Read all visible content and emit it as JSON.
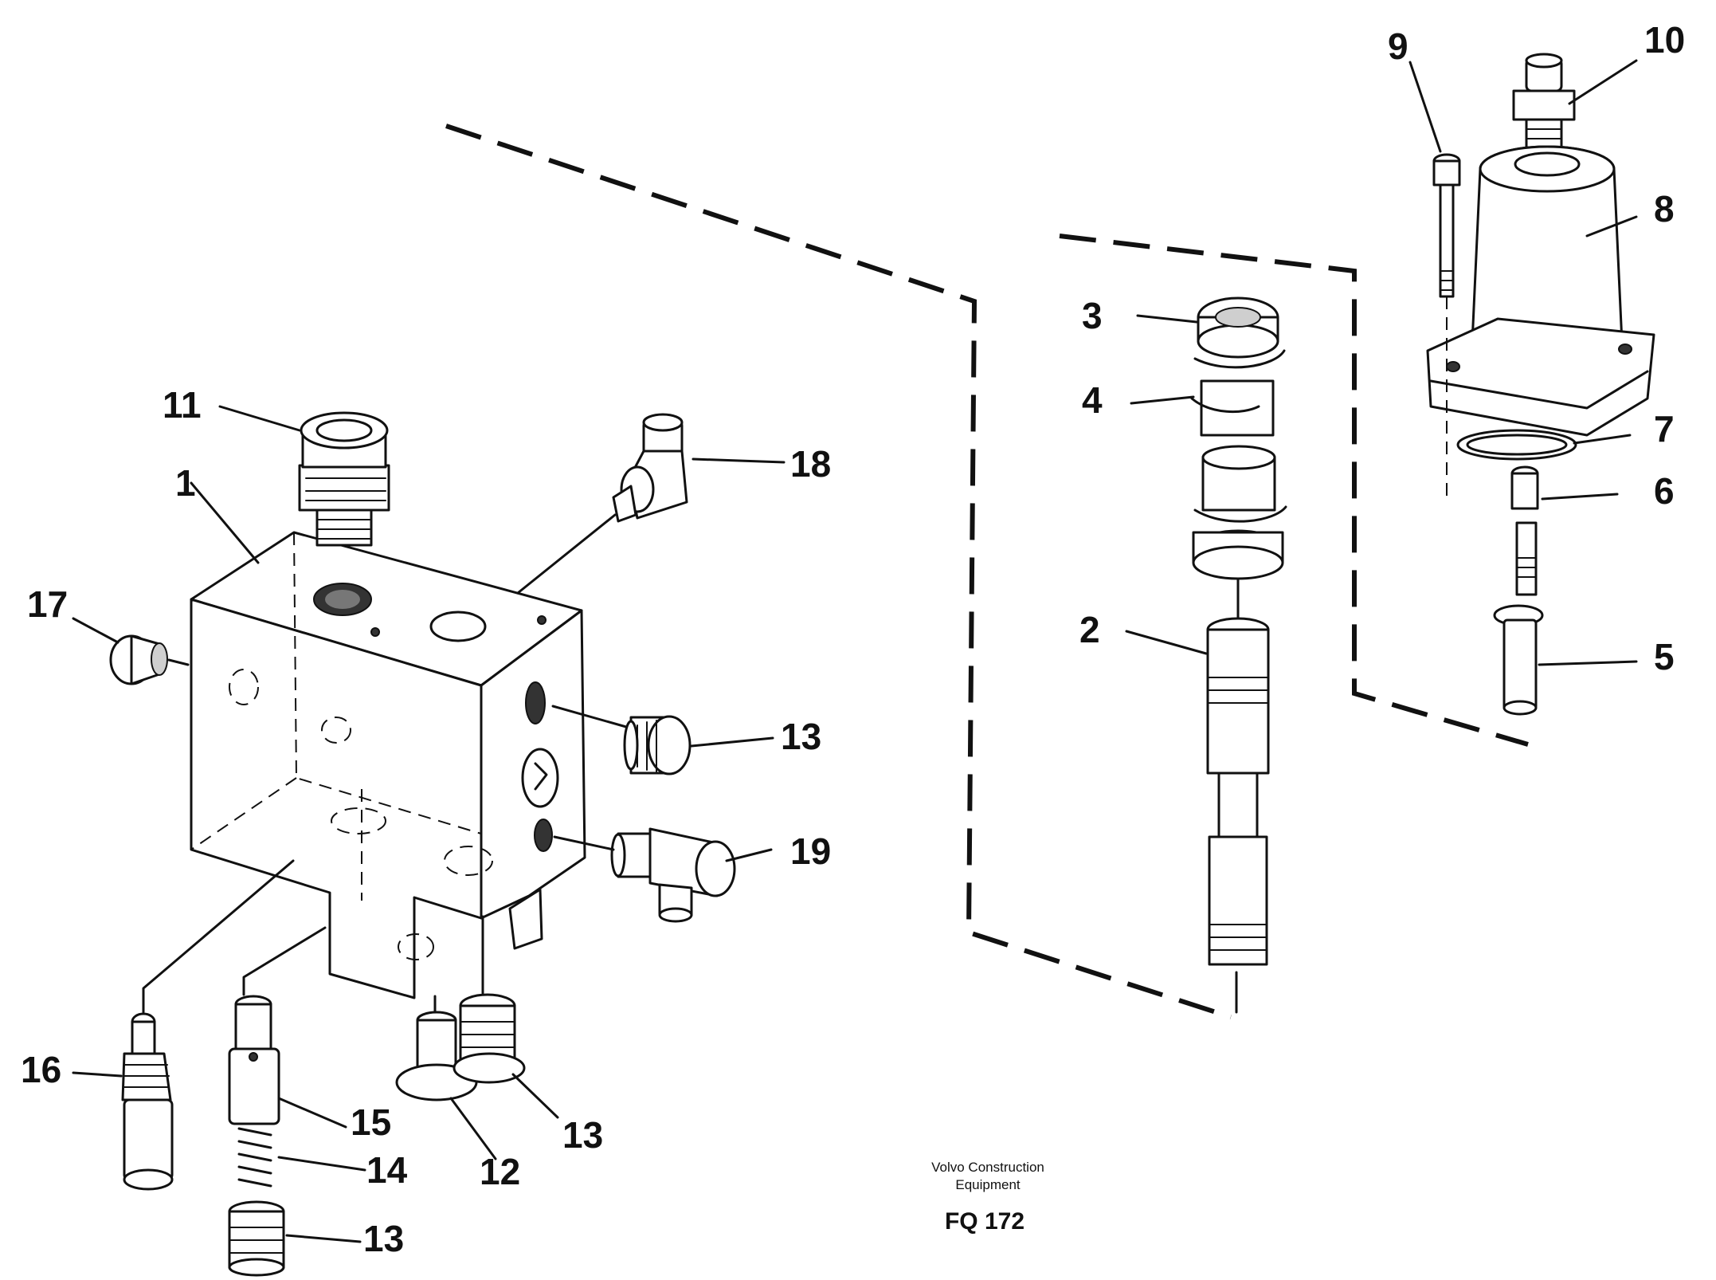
{
  "parts": {
    "p1": "1",
    "p2": "2",
    "p3": "3",
    "p4": "4",
    "p5": "5",
    "p6": "6",
    "p7": "7",
    "p8": "8",
    "p9": "9",
    "p10": "10",
    "p11": "11",
    "p12": "12",
    "p13": "13",
    "p14": "14",
    "p15": "15",
    "p16": "16",
    "p17": "17",
    "p18": "18",
    "p19": "19"
  },
  "footer": {
    "company_line1": "Volvo Construction",
    "company_line2": "Equipment",
    "figure_code": "FQ 172"
  }
}
